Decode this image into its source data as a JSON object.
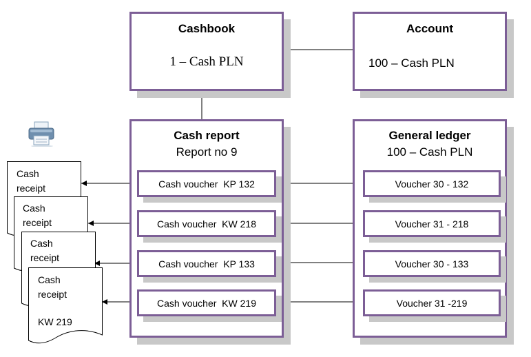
{
  "cashbook": {
    "title": "Cashbook",
    "value": "1 – Cash PLN"
  },
  "account": {
    "title": "Account",
    "value": "100 – Cash PLN"
  },
  "cash_report": {
    "title": "Cash report",
    "subtitle": "Report no 9",
    "items": [
      "Cash voucher  KP 132",
      "Cash voucher  KW 218",
      "Cash voucher  KP 133",
      "Cash voucher  KW 219"
    ]
  },
  "general_ledger": {
    "title": "General ledger",
    "subtitle": "100 – Cash PLN",
    "items": [
      "Voucher 30 - 132",
      "Voucher 31 - 218",
      "Voucher 30 - 133",
      "Voucher 31 -219"
    ]
  },
  "receipts": [
    {
      "line1": "Cash",
      "line2": "receipt",
      "line3": ""
    },
    {
      "line1": "Cash",
      "line2": "receipt",
      "line3": ""
    },
    {
      "line1": "Cash",
      "line2": "receipt",
      "line3": ""
    },
    {
      "line1": "Cash",
      "line2": "receipt",
      "line3": "KW 219"
    }
  ],
  "icons": {
    "printer": "printer-icon"
  },
  "colors": {
    "border": "#7c5e96",
    "shadow": "#c8c8c8"
  }
}
